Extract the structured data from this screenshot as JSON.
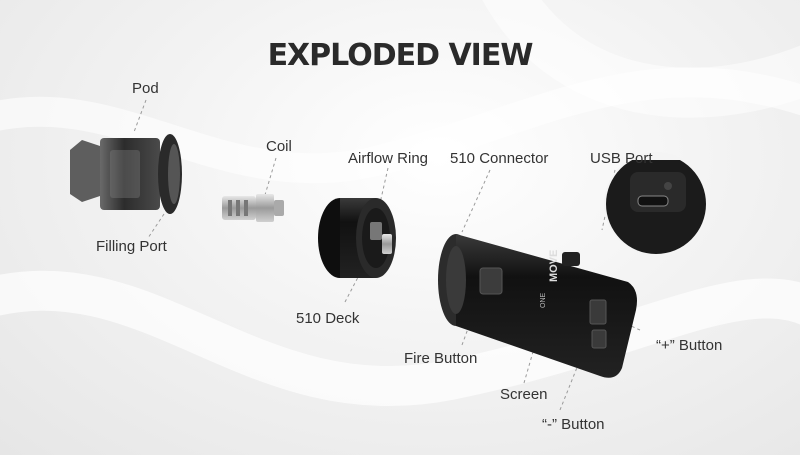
{
  "title": "EXPLODED VIEW",
  "labels": {
    "pod": "Pod",
    "filling_port": "Filling Port",
    "coil": "Coil",
    "airflow_ring": "Airflow Ring",
    "deck_510": "510 Deck",
    "connector_510": "510 Connector",
    "usb_port": "USB Port",
    "fire_button": "Fire Button",
    "screen": "Screen",
    "plus_button": "“+” Button",
    "minus_button": "“-” Button"
  },
  "device_text": {
    "brand": "MOVE",
    "small": "ONE"
  },
  "colors": {
    "background": "#f0f0f0",
    "device": "#1a1a1a",
    "pod_body": "#3a3a3a",
    "coil_metal": "#b8b8b8",
    "text": "#333333",
    "leader_line": "#9a9a9a"
  }
}
